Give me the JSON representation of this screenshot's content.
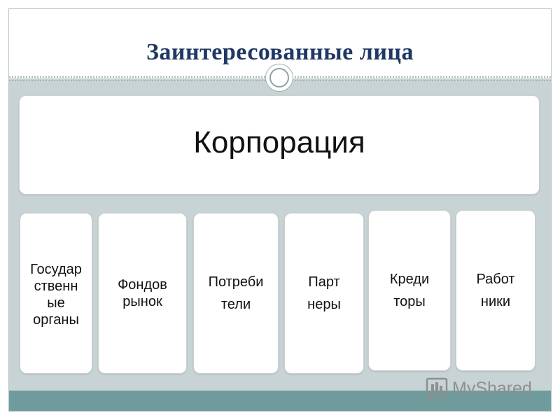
{
  "title": "Заинтересованные лица",
  "corporation": "Корпорация",
  "stakeholders": [
    {
      "line1": "Государ",
      "line2": "ственн",
      "line3": "ые",
      "line4": "органы"
    },
    {
      "line1": "Фондов",
      "line2": "рынок"
    },
    {
      "line1": "Потреби",
      "line2": "тели"
    },
    {
      "line1": "Парт",
      "line2": "неры"
    },
    {
      "line1": "Креди",
      "line2": "торы"
    },
    {
      "line1": "Работ",
      "line2": "ники"
    }
  ],
  "watermark": "MyShared",
  "colors": {
    "title": "#1f3864",
    "frame": "#c7d3d5",
    "footer_band": "#6f9b9c",
    "box_fill": "#ffffff",
    "watermark": "#8f8f8f"
  }
}
